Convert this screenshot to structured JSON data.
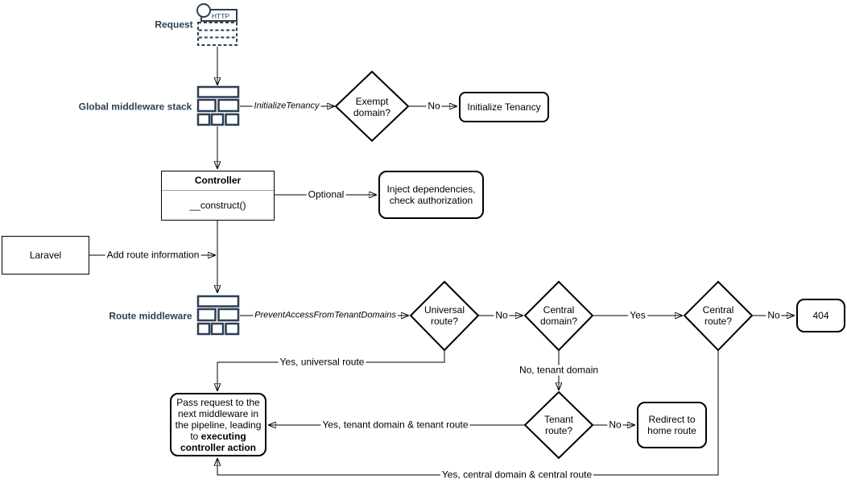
{
  "diagram": {
    "colors": {
      "accent": "#2d3f53",
      "line": "#000000"
    },
    "labels": {
      "request": "Request",
      "global_middleware": "Global middleware stack",
      "route_middleware": "Route middleware"
    },
    "icons": {
      "http": "HTTP"
    },
    "nodes": {
      "exempt_domain": "Exempt domain?",
      "initialize_tenancy": "Initialize Tenancy",
      "controller_title": "Controller",
      "controller_method": "__construct()",
      "inject": "Inject dependencies, check authorization",
      "laravel": "Laravel",
      "universal_route": "Universal route?",
      "central_domain": "Central domain?",
      "central_route": "Central route?",
      "error404": "404",
      "tenant_route": "Tenant route?",
      "redirect": "Redirect to home route",
      "pass_normal": "Pass request to the next middleware in the pipeline, leading to ",
      "pass_bold": "executing controller action"
    },
    "edges": {
      "initialize_tenancy": "InitializeTenancy",
      "no_exempt": "No",
      "optional": "Optional",
      "add_route_information": "Add route information",
      "prevent_access": "PreventAccessFromTenantDomains",
      "no_universal": "No",
      "yes_central_domain": "Yes",
      "no_central_route": "No",
      "yes_universal_route": "Yes, universal route",
      "no_tenant_domain": "No, tenant domain",
      "yes_tenant": "Yes, tenant domain & tenant route",
      "no_tenant_route": "No",
      "yes_central": "Yes, central domain & central route"
    }
  }
}
